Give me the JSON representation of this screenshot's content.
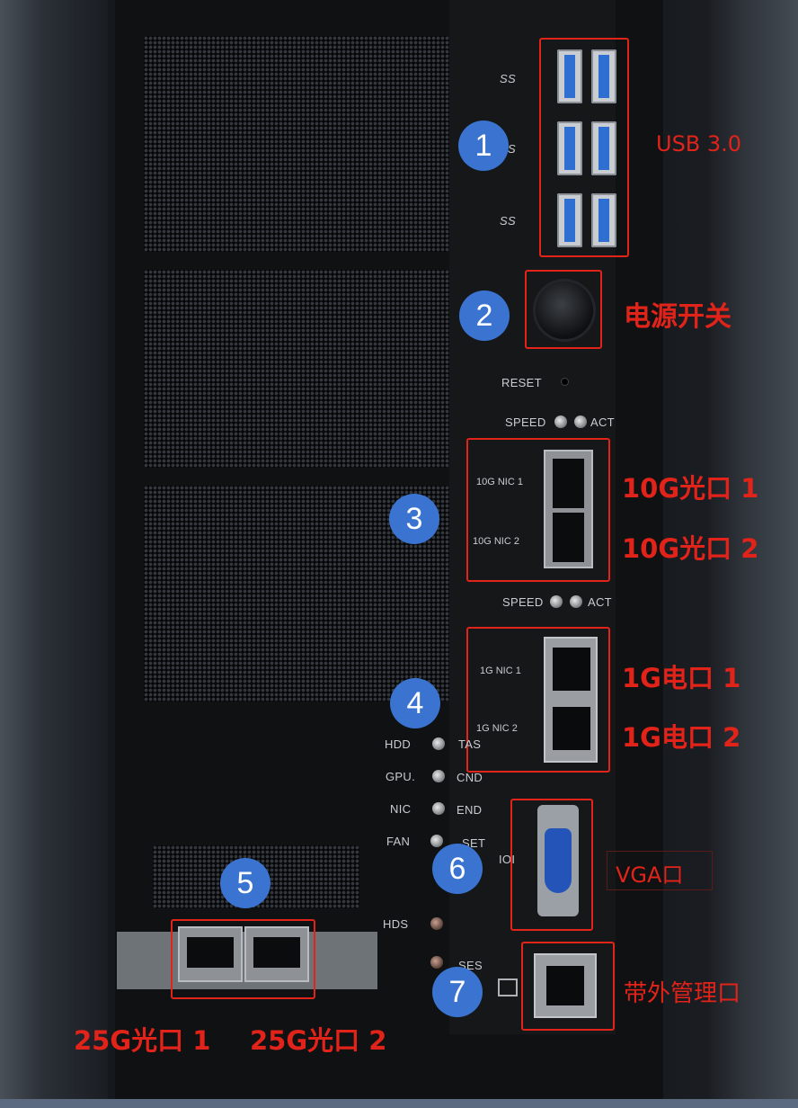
{
  "markers": [
    "1",
    "2",
    "3",
    "4",
    "5",
    "6",
    "7"
  ],
  "labels": {
    "usb": "USB 3.0",
    "power": "电源开关",
    "nic10g_1": "10G光口 1",
    "nic10g_2": "10G光口 2",
    "nic1g_1": "1G电口 1",
    "nic1g_2": "1G电口 2",
    "vga": "VGA口",
    "sfp25g_1": "25G光口 1",
    "sfp25g_2": "25G光口 2",
    "mgmt": "带外管理口"
  },
  "silkscreen": {
    "ss": "SS",
    "reset": "RESET",
    "speed": "SPEED",
    "act": "ACT",
    "nic10g_1": "10G NIC 1",
    "nic10g_2": "10G NIC 2",
    "nic1g_1": "1G NIC 1",
    "nic1g_2": "1G NIC 2",
    "led_left": [
      "HDD",
      "GPU.",
      "NIC",
      "FAN",
      "HDS"
    ],
    "led_right": [
      "TAS",
      "CND",
      "END",
      "SET",
      "SES"
    ],
    "vga": "IOI"
  },
  "colors": {
    "annotation": "#e2231a",
    "badge": "#3a74d0"
  }
}
